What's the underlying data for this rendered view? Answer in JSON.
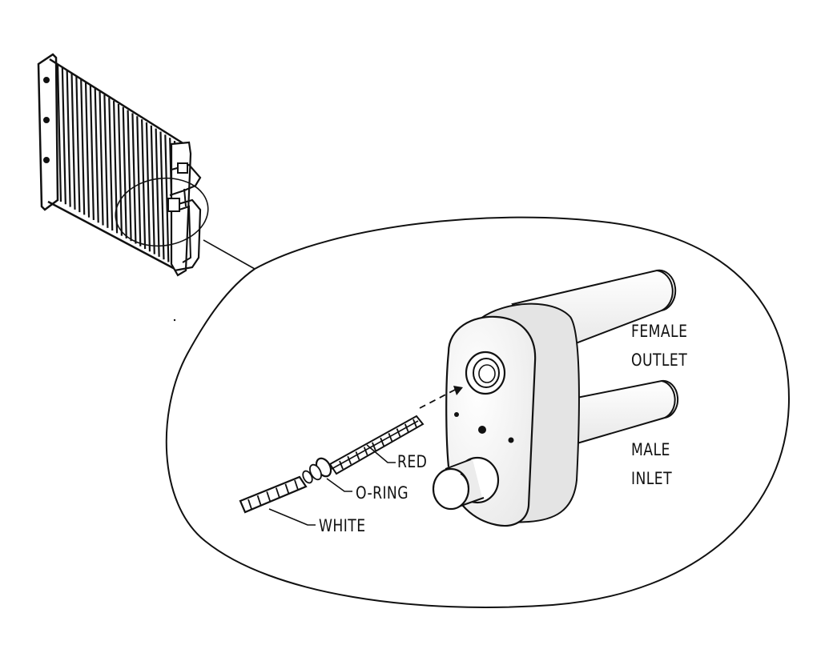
{
  "diagram": {
    "labels": {
      "female_outlet_line1": "FEMALE",
      "female_outlet_line2": "OUTLET",
      "male_inlet_line1": "MALE",
      "male_inlet_line2": "INLET",
      "red": "RED",
      "o_ring": "O-RING",
      "white": "WHITE"
    },
    "colors": {
      "ink": "#111111",
      "paper": "#ffffff",
      "part_fill": "#f2f2f2",
      "shadow": "#cfcfcf"
    }
  }
}
